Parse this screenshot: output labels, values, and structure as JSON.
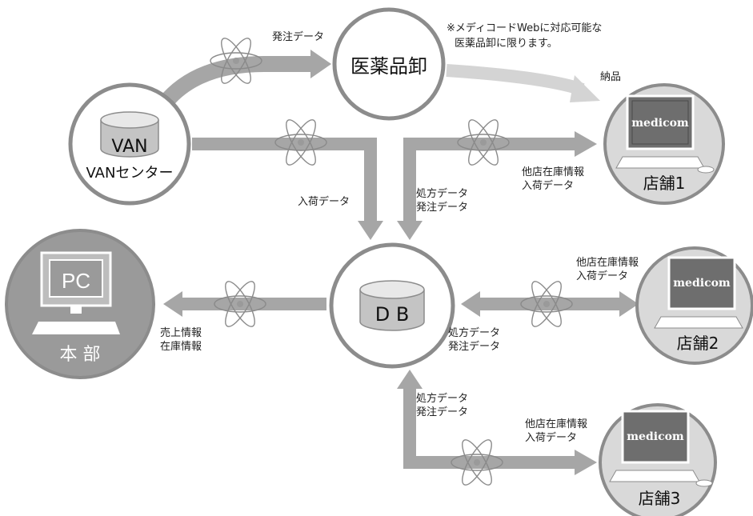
{
  "nodes": {
    "wholesaler": "医薬品卸",
    "van_icon": "VAN",
    "van_name": "VANセンター",
    "db": "D B",
    "hq_screen": "PC",
    "hq_name": "本 部"
  },
  "note": {
    "line1": "※メディコードWebに対応可能な",
    "line2": "医薬品卸に限ります。"
  },
  "labels": {
    "order_data_top": "発注データ",
    "delivery": "納品",
    "arrival_data_van": "入荷データ",
    "rx_1": "処方データ",
    "order_1": "発注データ",
    "other_stock_1": "他店在庫情報",
    "arrival_1": "入荷データ",
    "other_stock_2": "他店在庫情報",
    "arrival_2": "入荷データ",
    "rx_2": "処方データ",
    "order_2": "発注データ",
    "sales_info": "売上情報",
    "stock_info": "在庫情報",
    "rx_3": "処方データ",
    "order_3": "発注データ",
    "other_stock_3": "他店在庫情報",
    "arrival_3": "入荷データ"
  },
  "stores": [
    {
      "name": "店舗1",
      "screen": "medicom"
    },
    {
      "name": "店舗2",
      "screen": "medicom"
    },
    {
      "name": "店舗3",
      "screen": "medicom"
    }
  ],
  "colors": {
    "arrow": "#a6a6a6",
    "arrow_light": "#d4d4d4",
    "circle_stroke": "#8c8c8c",
    "store_fill": "#d9d9d9",
    "hq_fill": "#9a9a9a",
    "monitor": "#6e6e6e"
  }
}
